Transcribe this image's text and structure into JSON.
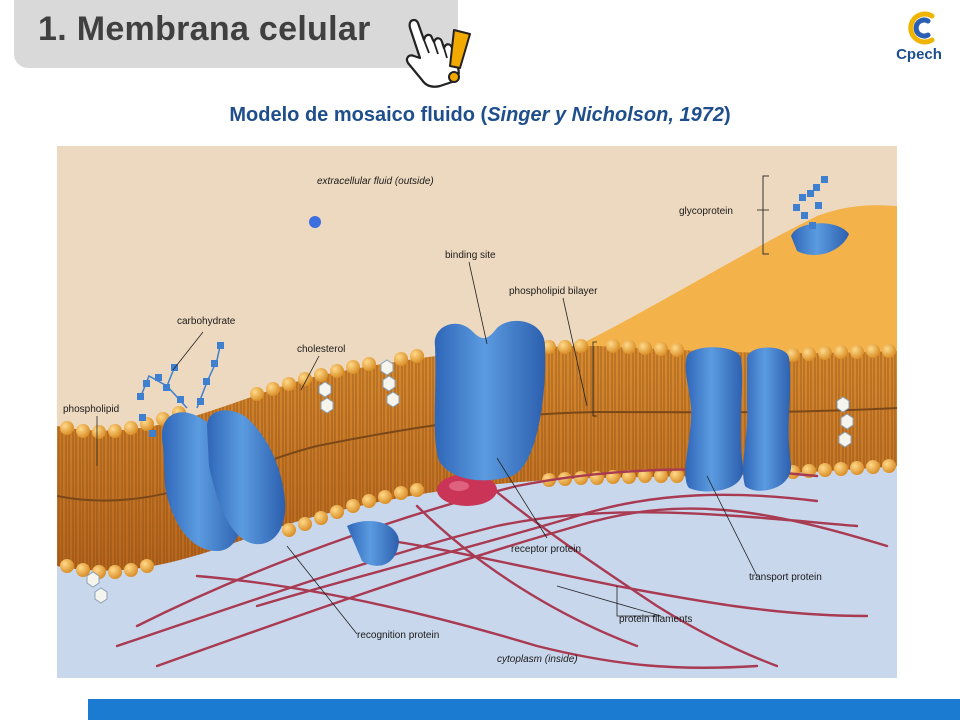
{
  "header": {
    "title": "1. Membrana celular",
    "logo_text": "Cpech"
  },
  "subtitle": {
    "prefix": "Modelo de mosaico fluido (",
    "italic": "Singer y Nicholson, 1972",
    "suffix": ")"
  },
  "diagram": {
    "labels": {
      "extracellular": "extracellular fluid (outside)",
      "glycoprotein": "glycoprotein",
      "binding_site": "binding site",
      "phospholipid_bilayer": "phospholipid bilayer",
      "carbohydrate": "carbohydrate",
      "cholesterol": "cholesterol",
      "phospholipid": "phospholipid",
      "receptor_protein": "receptor protein",
      "transport_protein": "transport protein",
      "protein_filaments": "protein filaments",
      "recognition_protein": "recognition protein",
      "cytoplasm": "cytoplasm (inside)"
    }
  },
  "colors": {
    "title_text": "#404040",
    "subtitle": "#1e4e8c",
    "bottom_bar": "#1b7bd0",
    "protein": "#3f7fcf",
    "head": "#e8a63a",
    "filament": "#a83a52",
    "cytoplasm": "#c9d7ec",
    "extracellular": "#ecd9bc"
  },
  "icons": [
    "pointing-hand-icon",
    "exclamation-icon",
    "cpech-logo-icon"
  ]
}
